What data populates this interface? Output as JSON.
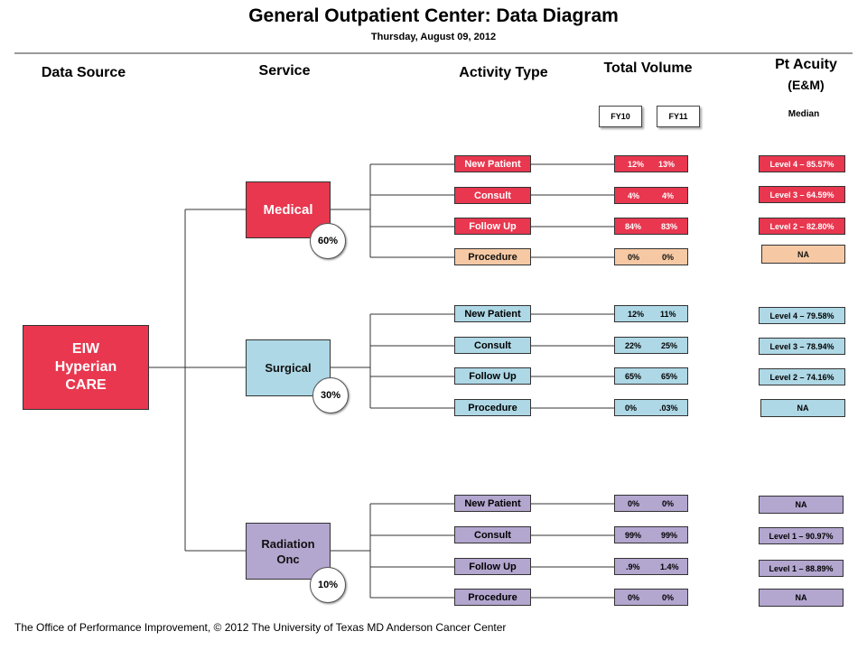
{
  "title": "General Outpatient Center: Data Diagram",
  "subtitle": "Thursday, August 09, 2012",
  "headers": {
    "data_source": "Data Source",
    "service": "Service",
    "activity_type": "Activity Type",
    "total_volume": "Total Volume",
    "pt_acuity_line1": "Pt Acuity",
    "pt_acuity_line2": "(E&M)",
    "fy10": "FY10",
    "fy11": "FY11",
    "median": "Median"
  },
  "source": {
    "line1": "EIW",
    "line2": "Hyperian",
    "line3": "CARE"
  },
  "services": [
    {
      "name_line1": "Medical",
      "name_line2": "",
      "percent": "60%",
      "activities": [
        {
          "label": "New Patient",
          "fy10": "12%",
          "fy11": "13%",
          "acuity": "Level 4 – 85.57%"
        },
        {
          "label": "Consult",
          "fy10": "4%",
          "fy11": "4%",
          "acuity": "Level 3 – 64.59%"
        },
        {
          "label": "Follow Up",
          "fy10": "84%",
          "fy11": "83%",
          "acuity": "Level 2 – 82.80%"
        },
        {
          "label": "Procedure",
          "fy10": "0%",
          "fy11": "0%",
          "acuity": "NA"
        }
      ]
    },
    {
      "name_line1": "Surgical",
      "name_line2": "",
      "percent": "30%",
      "activities": [
        {
          "label": "New Patient",
          "fy10": "12%",
          "fy11": "11%",
          "acuity": "Level 4 – 79.58%"
        },
        {
          "label": "Consult",
          "fy10": "22%",
          "fy11": "25%",
          "acuity": "Level 3 – 78.94%"
        },
        {
          "label": "Follow Up",
          "fy10": "65%",
          "fy11": "65%",
          "acuity": "Level 2 – 74.16%"
        },
        {
          "label": "Procedure",
          "fy10": "0%",
          "fy11": ".03%",
          "acuity": "NA"
        }
      ]
    },
    {
      "name_line1": "Radiation",
      "name_line2": "Onc",
      "percent": "10%",
      "activities": [
        {
          "label": "New Patient",
          "fy10": "0%",
          "fy11": "0%",
          "acuity": "NA"
        },
        {
          "label": "Consult",
          "fy10": "99%",
          "fy11": "99%",
          "acuity": "Level 1 – 90.97%"
        },
        {
          "label": "Follow Up",
          "fy10": ".9%",
          "fy11": "1.4%",
          "acuity": "Level 1 – 88.89%"
        },
        {
          "label": "Procedure",
          "fy10": "0%",
          "fy11": "0%",
          "acuity": "NA"
        }
      ]
    }
  ],
  "colors": {
    "medical": "#e8374f",
    "medical_procedure": "#f6c9a4",
    "surgical": "#aed8e6",
    "radiation": "#b3a6cf",
    "source": "#e8374f"
  },
  "footer": "The Office of Performance Improvement, © 2012 The University of Texas MD Anderson Cancer Center"
}
